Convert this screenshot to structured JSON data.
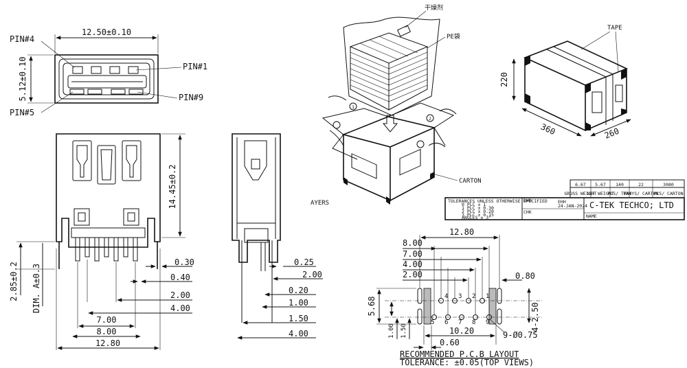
{
  "front_view": {
    "pin4": "PIN#4",
    "pin1": "PIN#1",
    "pin9": "PIN#9",
    "pin5": "PIN#5",
    "width": "12.50±0.10",
    "height": "5.12±0.10"
  },
  "bottom_view": {
    "height": "14.45±0.2",
    "leg": "2.85±0.2",
    "dim_a": "DIM. A±0.3",
    "d030": "0.30",
    "d040": "0.40",
    "d200": "2.00",
    "d400": "4.00",
    "d700": "7.00",
    "d800": "8.00",
    "d1280": "12.80"
  },
  "side_view": {
    "d025": "0.25",
    "d200": "2.00",
    "d020": "0.20",
    "d100": "1.00",
    "d150": "1.50",
    "d400": "4.00"
  },
  "packaging": {
    "desiccant": "干燥剂",
    "pe_bag": "PE袋",
    "carton": "CARTON",
    "layers": "AYERS",
    "step1": "1",
    "step2": "2"
  },
  "box": {
    "tape": "TAPE",
    "h": "220",
    "l": "360",
    "w": "260"
  },
  "title_block": {
    "values": [
      "6.67",
      "5.67",
      "140",
      "22",
      "3080"
    ],
    "headers": [
      "GROSS WEIGHT",
      "NET WEIGHT",
      "PCS/ TRAY",
      "TRAYS/ CARTON",
      "PCS/ CARTON"
    ],
    "tolerance_lines": [
      "TOLERANCES UNLESS OTHERWISE SPECIFIED",
      "0 PLC ± 1",
      "1 PLC ± 0.30",
      "2 PLC ± 0.20",
      "3 PLC ± 0.15",
      "ANGLES ± 3°"
    ],
    "dwn": "DWN",
    "ehh": "EHH",
    "date": "24-JAN-2024",
    "chk": "CHK",
    "company": "C-TEK TECHCO; LTD",
    "name": "NAME"
  },
  "pcb": {
    "d800": "8.00",
    "d700": "7.00",
    "d400": "4.00",
    "d200": "2.00",
    "d1280": "12.80",
    "d080": "0.80",
    "d568": "5.68",
    "d250": "4-2.50",
    "d100": "1.00",
    "d150": "1.50",
    "d1020": "10.20",
    "d060": "0.60",
    "hole": "9-Ø0.75",
    "pins_top": [
      "4",
      "3",
      "2",
      "1"
    ],
    "pins_bottom": [
      "5",
      "6",
      "7",
      "8",
      "9"
    ],
    "caption": "RECOMMENDED P.C.B LAYOUT",
    "tolerance": "TOLERANCE: ±0.05(TOP VIEWS)"
  }
}
